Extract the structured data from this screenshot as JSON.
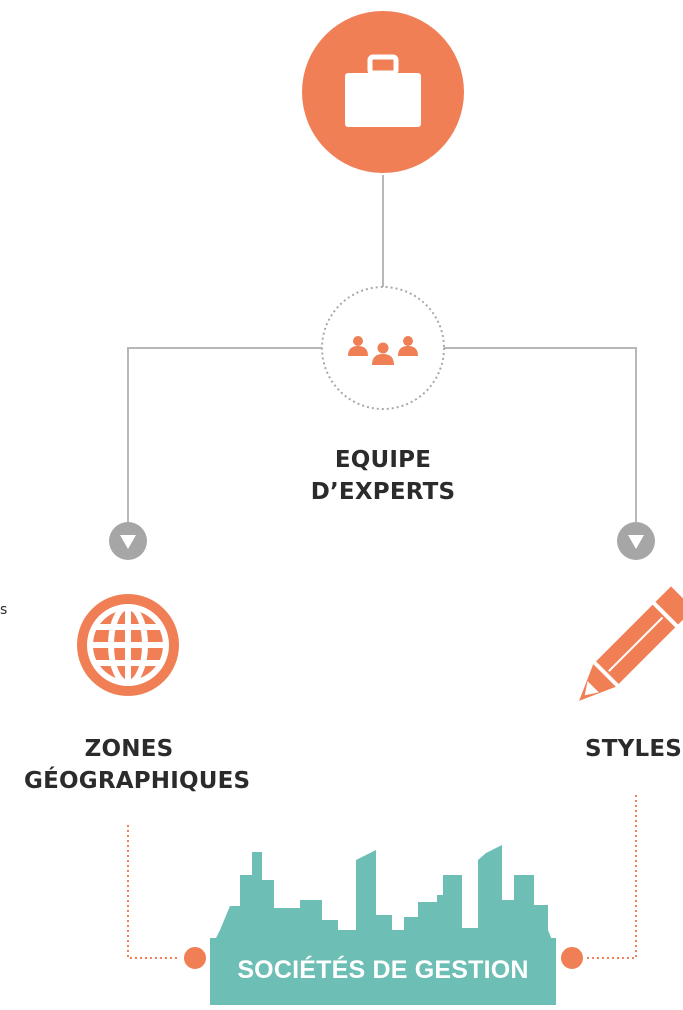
{
  "nodes": {
    "top": {
      "icon": "briefcase-icon"
    },
    "center": {
      "icon": "team-people-icon",
      "label_line1": "EQUIPE",
      "label_line2": "D’EXPERTS"
    },
    "left": {
      "icon": "globe-icon",
      "label_line1": "ZONES",
      "label_line2": "GÉOGRAPHIQUES"
    },
    "right": {
      "icon": "pencil-icon",
      "label_line1": "STYLES"
    }
  },
  "bottom": {
    "icon": "city-skyline-icon",
    "banner_label": "SOCIÉTÉS DE GESTION"
  },
  "edge_fragment": "s",
  "colors": {
    "accent": "#f07f55",
    "connector": "#b3b3b3",
    "arrow": "#a6a6a6",
    "skyline": "#6dbfb5",
    "text": "#2b2b2b"
  }
}
